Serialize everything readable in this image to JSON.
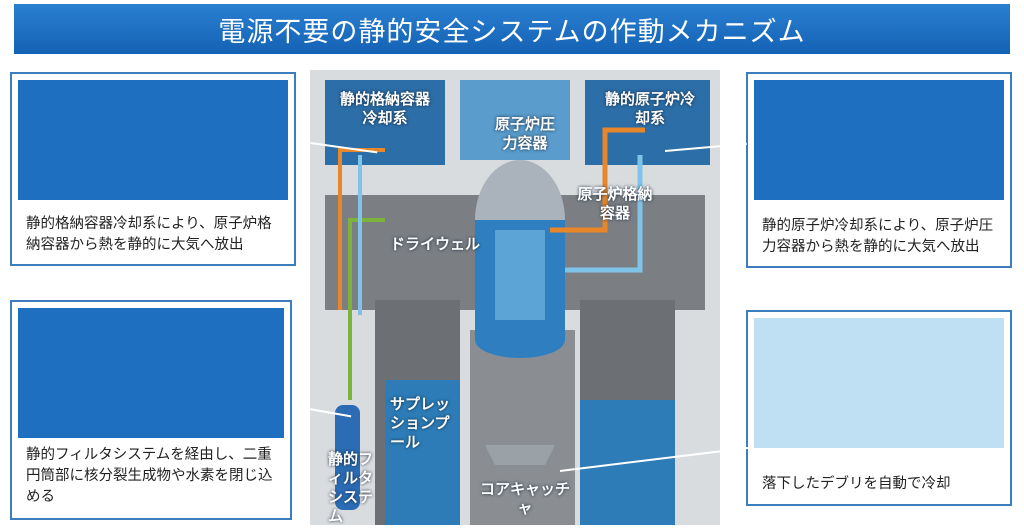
{
  "title": "電源不要の静的安全システムの作動メカニズム",
  "panels": {
    "top_left": "静的格納容器冷却系により、原子炉格納容器から熱を静的に大気へ放出",
    "top_right": "静的原子炉冷却系により、原子炉圧力容器から熱を静的に大気へ放出",
    "bottom_left": "静的フィルタシステムを経由し、二重円筒部に核分裂生成物や水素を閉じ込める",
    "bottom_right": "落下したデブリを自動で冷却"
  },
  "labels": {
    "pccs": "静的格納容器冷却系",
    "rpv": "原子炉圧力容器",
    "ircs": "静的原子炉冷却系",
    "pcv": "原子炉格納容器",
    "drywell": "ドライウェル",
    "suppression_pool": "サプレッションプール",
    "filter": "静的フィルタシステム",
    "core_catcher": "コアキャッチャ"
  },
  "colors": {
    "accent": "#1f6fc0",
    "hot": "#e8862a",
    "cold": "#7fc4e8",
    "filter": "#7db33a"
  }
}
